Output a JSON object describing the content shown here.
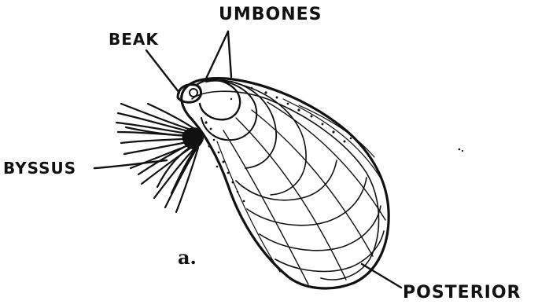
{
  "labels": {
    "umbones": "UMBONES",
    "beak": "BEAK",
    "byssus": "BYSSUS",
    "posterior": "POSTERIOR",
    "panel": "a."
  },
  "colors": {
    "ink": "#111111",
    "background": "#ffffff"
  }
}
